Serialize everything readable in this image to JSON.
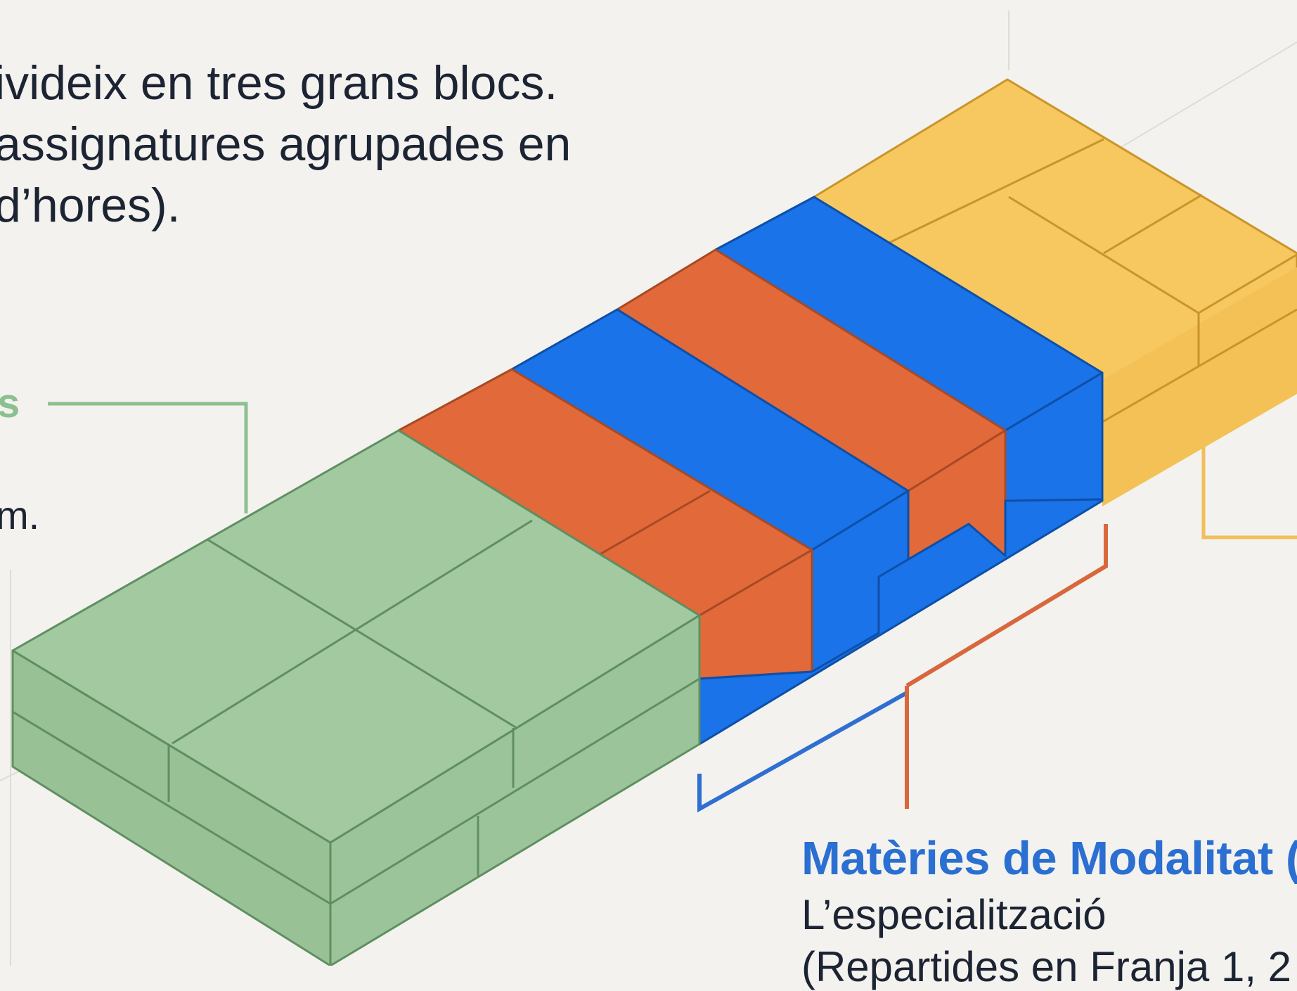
{
  "intro": {
    "line1": "ivideix en tres grans blocs.",
    "line2": "assignatures agrupades en",
    "line3": "d’hores)."
  },
  "left_block": {
    "heading_fragment": "s",
    "text_fragment": "m."
  },
  "modalitat": {
    "title": "Matèries de Modalitat (",
    "line1": "L’especialització",
    "line2": "(Repartides en Franja 1, 2"
  },
  "colors": {
    "green_top": "#a3c9a1",
    "green_side": "#93bd93",
    "green_edge": "#5f8f61",
    "orange": "#e2693a",
    "orange_edge": "#a84a24",
    "blue": "#1a73e8",
    "blue_edge": "#0e4fa8",
    "yellow": "#f6c85f",
    "yellow_side": "#f2bd4e",
    "yellow_edge": "#c9952a",
    "bracket_blue": "#2f6fd1",
    "bracket_orange": "#d9673c",
    "connector_green": "#8cc08f",
    "connector_yellow": "#f1bf5a"
  }
}
